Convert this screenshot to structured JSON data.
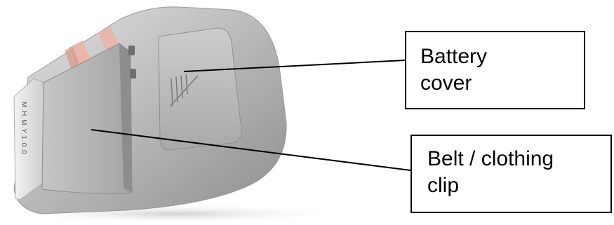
{
  "callouts": {
    "battery_cover": {
      "line1": "Battery",
      "line2": "cover"
    },
    "belt_clip": {
      "line1": "Belt / clothing",
      "line2": "clip"
    }
  },
  "device": {
    "side_marking": "M.H.M.Y.1.0.0",
    "body_color": "#b9b9b9",
    "accent_color": "#e6b3a8"
  }
}
